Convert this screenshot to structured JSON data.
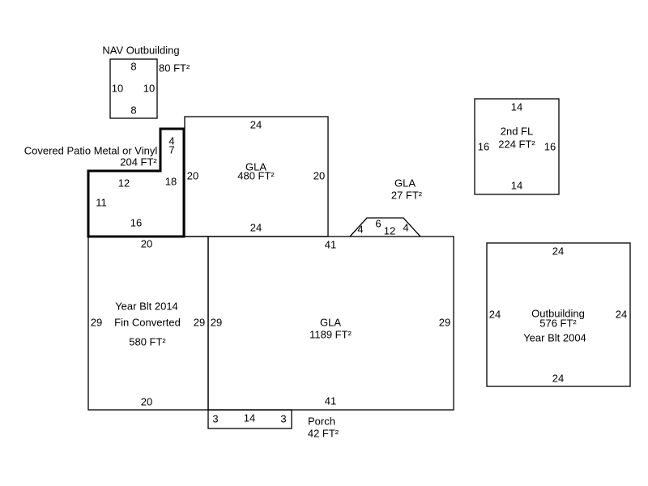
{
  "nav_outbuilding": {
    "title": "NAV Outbuilding",
    "area": "80 FT²",
    "top": "8",
    "left": "10",
    "right": "10",
    "bottom": "8"
  },
  "covered_patio": {
    "title": "Covered Patio Metal or Vinyl",
    "area": "204 FT²",
    "d4": "4",
    "d7": "7",
    "d18": "18",
    "d12": "12",
    "d11": "11",
    "d16": "16"
  },
  "upper_gla": {
    "title": "GLA",
    "area": "480 FT²",
    "top": "24",
    "left": "20",
    "right": "20",
    "bottom": "24"
  },
  "converted": {
    "line1": "Year Blt 2014",
    "line2": "Fin Converted",
    "area": "580 FT²",
    "top": "20",
    "left": "29",
    "right": "29",
    "bottom": "20"
  },
  "main_gla": {
    "title": "GLA",
    "area": "1189 FT²",
    "top": "41",
    "left": "29",
    "right": "29",
    "bottom": "41"
  },
  "bay_gla": {
    "title": "GLA",
    "area": "27 FT²",
    "left": "4",
    "top": "6",
    "base": "12",
    "right": "4"
  },
  "porch": {
    "title": "Porch",
    "area": "42 FT²",
    "left": "3",
    "length": "14",
    "right": "3"
  },
  "second_floor": {
    "title": "2nd FL",
    "area": "224 FT²",
    "top": "14",
    "left": "16",
    "right": "16",
    "bottom": "14"
  },
  "outbuilding": {
    "title": "Outbuilding",
    "area": "576 FT²",
    "year": "Year Blt 2004",
    "top": "24",
    "left": "24",
    "right": "24",
    "bottom": "24"
  }
}
